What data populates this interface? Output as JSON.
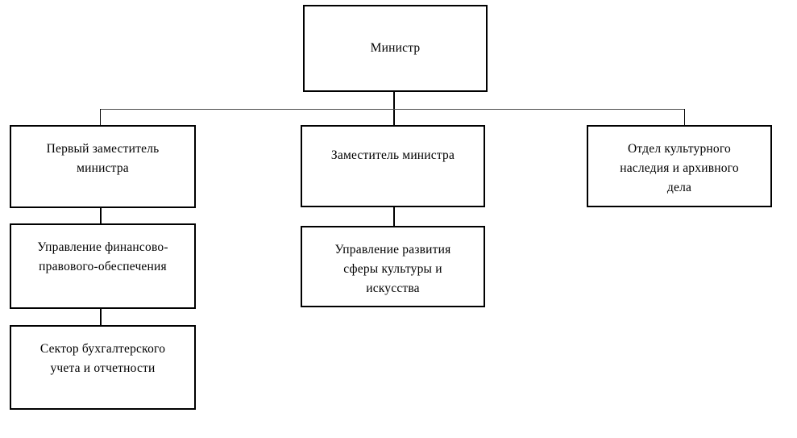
{
  "diagram": {
    "type": "organizational-chart",
    "title": "",
    "colors": {
      "box_border": "#000000",
      "box_fill": "#ffffff",
      "connector": "#000000",
      "bus_line": "#4d4d4d",
      "text": "#000000"
    },
    "nodes": [
      {
        "id": "minister",
        "label": "Министр",
        "level": 1,
        "column": "center"
      },
      {
        "id": "first-deputy-minister",
        "label": "Первый заместитель\nминистра",
        "level": 2,
        "column": "left"
      },
      {
        "id": "deputy-minister",
        "label": "Заместитель  министра",
        "level": 2,
        "column": "center"
      },
      {
        "id": "cultural-heritage-archive-department",
        "label": "Отдел культурного\nнаследия и архивного\nдела",
        "level": 2,
        "column": "right"
      },
      {
        "id": "financial-legal-support-directorate",
        "label": "Управление финансово-\nправового-обеспечения",
        "level": 3,
        "column": "left"
      },
      {
        "id": "culture-arts-development-directorate",
        "label": "Управление развития\nсферы культуры и\nискусства",
        "level": 3,
        "column": "center"
      },
      {
        "id": "accounting-sector",
        "label": "Сектор бухгалтерского\nучета и отчетности",
        "level": 4,
        "column": "left"
      }
    ],
    "edges": [
      {
        "from": "minister",
        "to": "first-deputy-minister"
      },
      {
        "from": "minister",
        "to": "deputy-minister"
      },
      {
        "from": "minister",
        "to": "cultural-heritage-archive-department"
      },
      {
        "from": "first-deputy-minister",
        "to": "financial-legal-support-directorate"
      },
      {
        "from": "deputy-minister",
        "to": "culture-arts-development-directorate"
      },
      {
        "from": "financial-legal-support-directorate",
        "to": "accounting-sector"
      }
    ]
  }
}
